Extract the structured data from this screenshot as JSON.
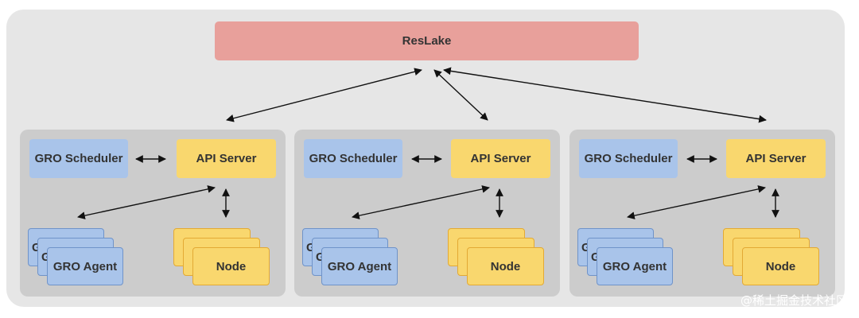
{
  "top_node": {
    "label": "ResLake"
  },
  "clusters": [
    {
      "scheduler": "GRO Scheduler",
      "api_server": "API Server",
      "agent_back": "G",
      "agent_mid": "G",
      "agent": "GRO Agent",
      "node": "Node"
    },
    {
      "scheduler": "GRO Scheduler",
      "api_server": "API Server",
      "agent_back": "G",
      "agent_mid": "G",
      "agent": "GRO Agent",
      "node": "Node"
    },
    {
      "scheduler": "GRO Scheduler",
      "api_server": "API Server",
      "agent_back": "G",
      "agent_mid": "G",
      "agent": "GRO Agent",
      "node": "Node"
    }
  ],
  "watermark": "@稀土掘金技术社区",
  "colors": {
    "reslake": "#e8a09b",
    "scheduler": "#a9c4ea",
    "api_server": "#f9d76e",
    "cluster_bg": "#cccccc",
    "outer_bg": "#e6e6e6"
  }
}
